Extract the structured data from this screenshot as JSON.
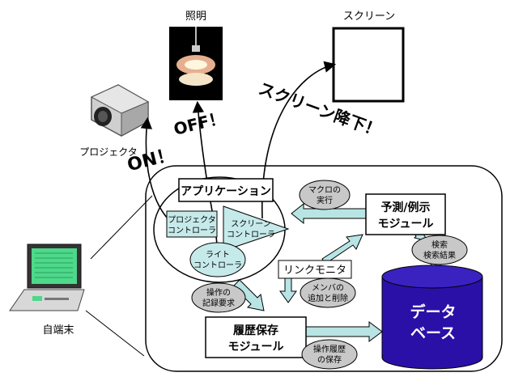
{
  "labels": {
    "lighting": "照明",
    "screen": "スクリーン",
    "projector": "プロジェクタ",
    "terminal": "自端末"
  },
  "actions": {
    "on": "ON！",
    "off": "OFF！",
    "screen_down": "スクリーン降下！"
  },
  "modules": {
    "application": "アプリケーション",
    "projector_controller": [
      "プロジェクタ",
      "コントローラ"
    ],
    "screen_controller": [
      "スクリーン",
      "コントローラ"
    ],
    "light_controller": [
      "ライト",
      "コントローラ"
    ],
    "prediction": [
      "予測/例示",
      "モジュール"
    ],
    "history": [
      "履歴保存",
      "モジュール"
    ],
    "link_monitor": "リンクモニタ",
    "database": [
      "データ",
      "ベース"
    ]
  },
  "bubbles": {
    "macro_exec": [
      "マクロの",
      "実行"
    ],
    "search": [
      "検索",
      "検索結果"
    ],
    "member": [
      "メンバの",
      "追加と削除"
    ],
    "record_request": [
      "操作の",
      "記録要求"
    ],
    "save_history": [
      "操作履歴",
      "の保存"
    ]
  },
  "colors": {
    "box_fill": "#c6eaea",
    "bubble_fill": "#c8c8c8",
    "db_fill": "#2b10a8",
    "arrow_fill": "#b8e4e4",
    "screen_green": "#4dd88a"
  }
}
